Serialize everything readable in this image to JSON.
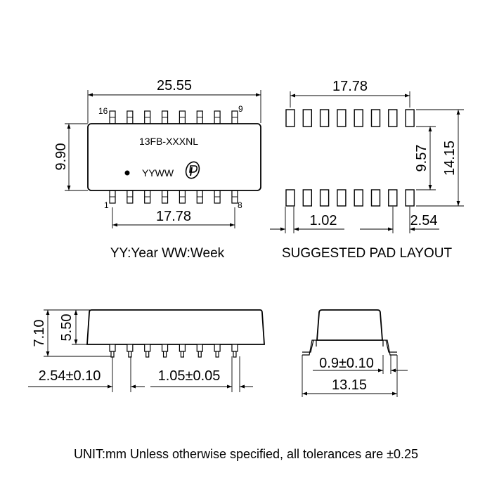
{
  "top_view": {
    "dim_width": "25.55",
    "dim_height": "9.90",
    "dim_pitch_span": "17.78",
    "pin_16": "16",
    "pin_9": "9",
    "pin_1": "1",
    "pin_8": "8",
    "part_marking": "13FB-XXXNL",
    "date_code": "YYWW",
    "legend": "YY:Year  WW:Week"
  },
  "pad_layout": {
    "dim_span": "17.78",
    "dim_inner": "9.57",
    "dim_outer": "14.15",
    "dim_pad_width": "1.02",
    "dim_pad_pitch": "2.54",
    "title": "SUGGESTED PAD LAYOUT"
  },
  "side_view": {
    "dim_total_height": "7.10",
    "dim_body_height": "5.50",
    "dim_pitch": "2.54±0.10",
    "dim_pin_width": "1.05±0.05"
  },
  "end_view": {
    "dim_lead": "0.9±0.10",
    "dim_span": "13.15"
  },
  "footer": {
    "note": "UNIT:mm Unless otherwise specified, all tolerances are ±0.25"
  },
  "colors": {
    "line": "#000000",
    "background": "#ffffff"
  },
  "icons": {
    "logo": "brand-logo-icon",
    "dot": "pin1-dot"
  }
}
